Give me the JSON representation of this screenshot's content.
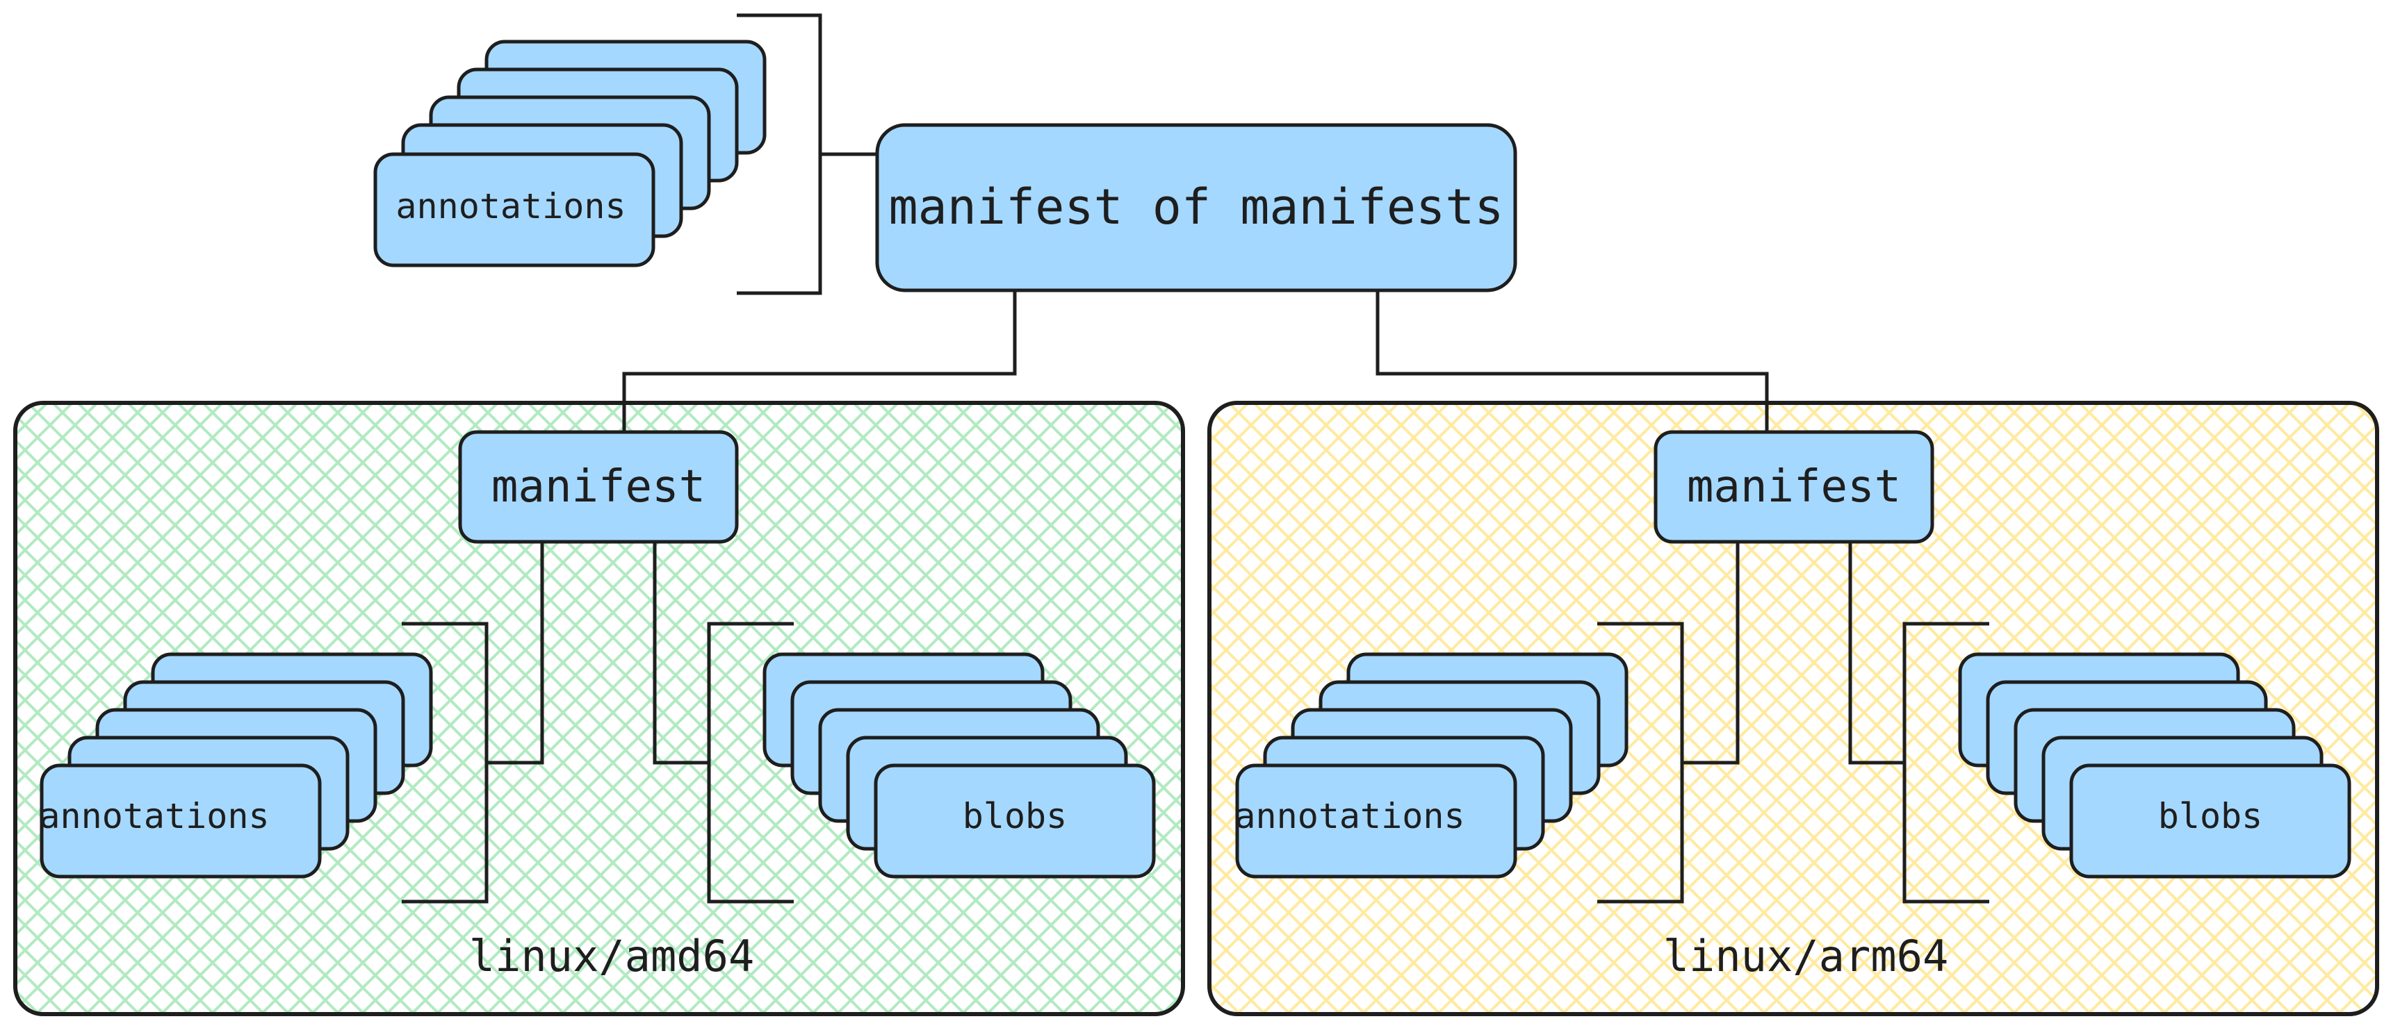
{
  "diagram": {
    "root": {
      "label": "manifest of manifests"
    },
    "root_annotations": {
      "label": "annotations"
    },
    "platforms": [
      {
        "label": "linux/amd64",
        "fill_color": "#b2eac2",
        "manifest_label": "manifest",
        "annotations_label": "annotations",
        "blobs_label": "blobs"
      },
      {
        "label": "linux/arm64",
        "fill_color": "#ffeaa0",
        "manifest_label": "manifest",
        "annotations_label": "annotations",
        "blobs_label": "blobs"
      }
    ]
  },
  "colors": {
    "node_fill": "#a5d8ff",
    "stroke": "#1e1e1e",
    "background": "#ffffff"
  }
}
